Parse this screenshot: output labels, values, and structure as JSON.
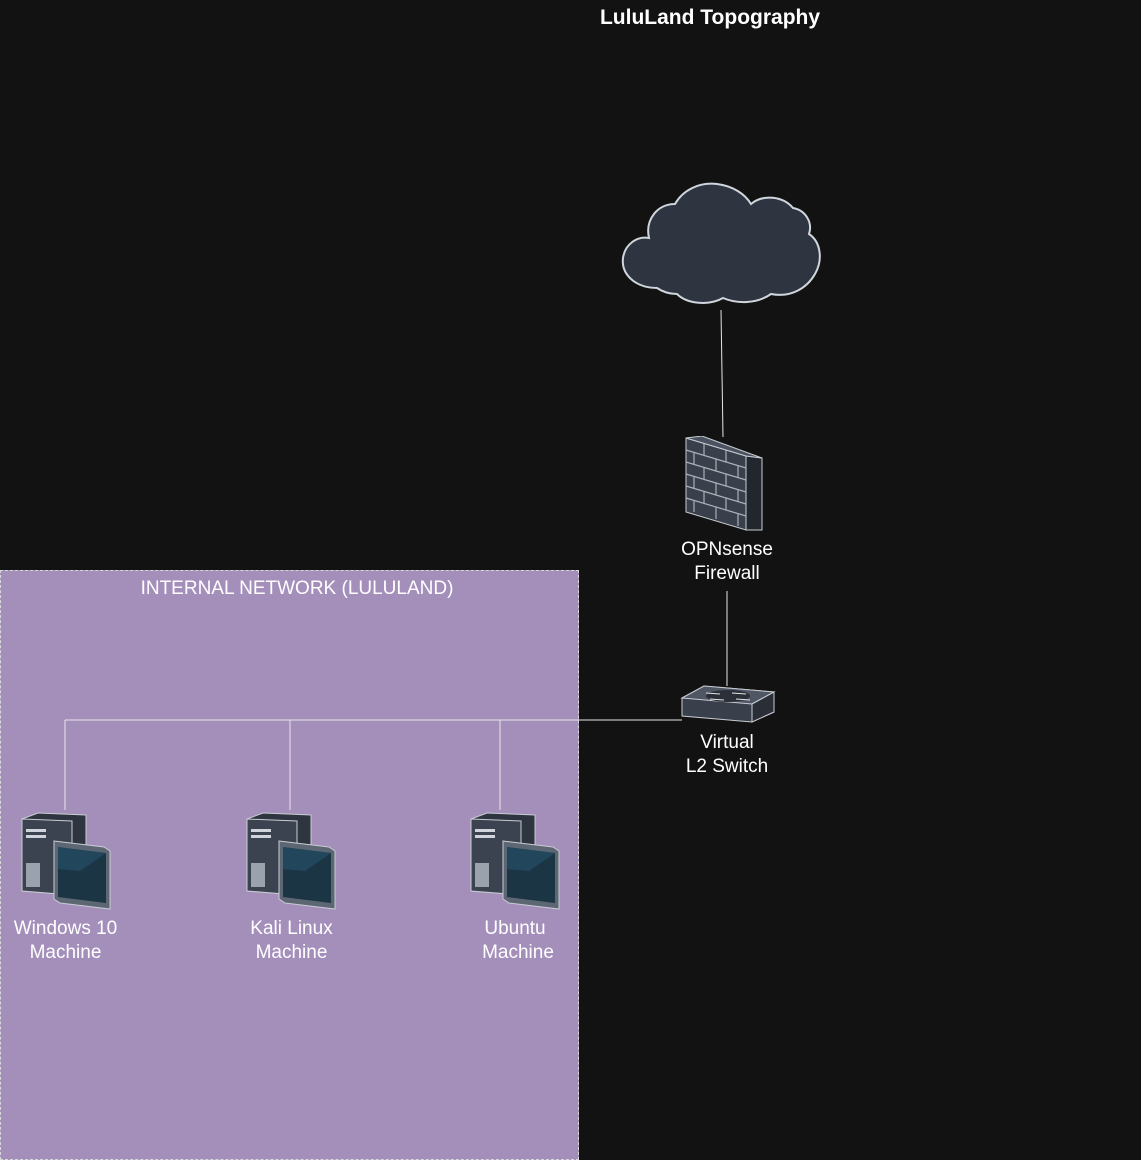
{
  "diagram": {
    "title": "LuluLand Topography",
    "zone": {
      "label": "INTERNAL NETWORK (LULULAND)",
      "fill": "#a48fbb"
    },
    "nodes": {
      "internet": {
        "icon": "cloud-icon"
      },
      "firewall": {
        "icon": "brick-firewall-icon",
        "label_line1": "OPNsense",
        "label_line2": "Firewall"
      },
      "switch": {
        "icon": "network-switch-icon",
        "label_line1": "Virtual",
        "label_line2": "L2 Switch"
      },
      "windows": {
        "icon": "desktop-computer-icon",
        "label_line1": "Windows 10",
        "label_line2": "Machine"
      },
      "kali": {
        "icon": "desktop-computer-icon",
        "label_line1": "Kali Linux",
        "label_line2": "Machine"
      },
      "ubuntu": {
        "icon": "desktop-computer-icon",
        "label_line1": "Ubuntu",
        "label_line2": "Machine"
      }
    },
    "connections": [
      [
        "internet",
        "firewall"
      ],
      [
        "firewall",
        "switch"
      ],
      [
        "switch",
        "windows"
      ],
      [
        "switch",
        "kali"
      ],
      [
        "switch",
        "ubuntu"
      ]
    ],
    "colors": {
      "background": "#121212",
      "line": "#e6e6e6",
      "icon_fill": "#2f3540"
    }
  }
}
